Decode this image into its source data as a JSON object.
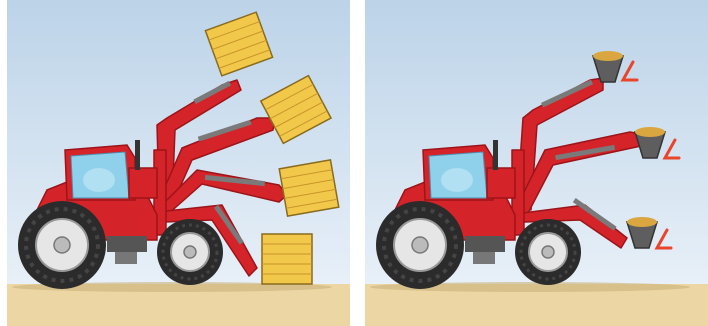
{
  "panels": [
    {
      "id": "left",
      "scene": "tractor-front-loader-with-bale-fork",
      "positions": 4,
      "load": "bale"
    },
    {
      "id": "right",
      "scene": "tractor-front-loader-with-bucket",
      "positions": 3,
      "load": "bucket",
      "indicator": "angle-mark"
    }
  ],
  "colors": {
    "sky_top": "#bcd3e8",
    "sky_bottom": "#eef4fa",
    "ground": "#ecd6a4",
    "tractor_red": "#d4242a",
    "tractor_dark_red": "#9c1419",
    "tire": "#2b2b2b",
    "rim": "#e6e6e6",
    "bale": "#f2c84b",
    "bale_line": "#c9952a",
    "cab_glass": "#8fd0ea",
    "bucket_steel": "#5e5e5e",
    "grain": "#d9a640",
    "angle_mark": "#e8452a"
  }
}
